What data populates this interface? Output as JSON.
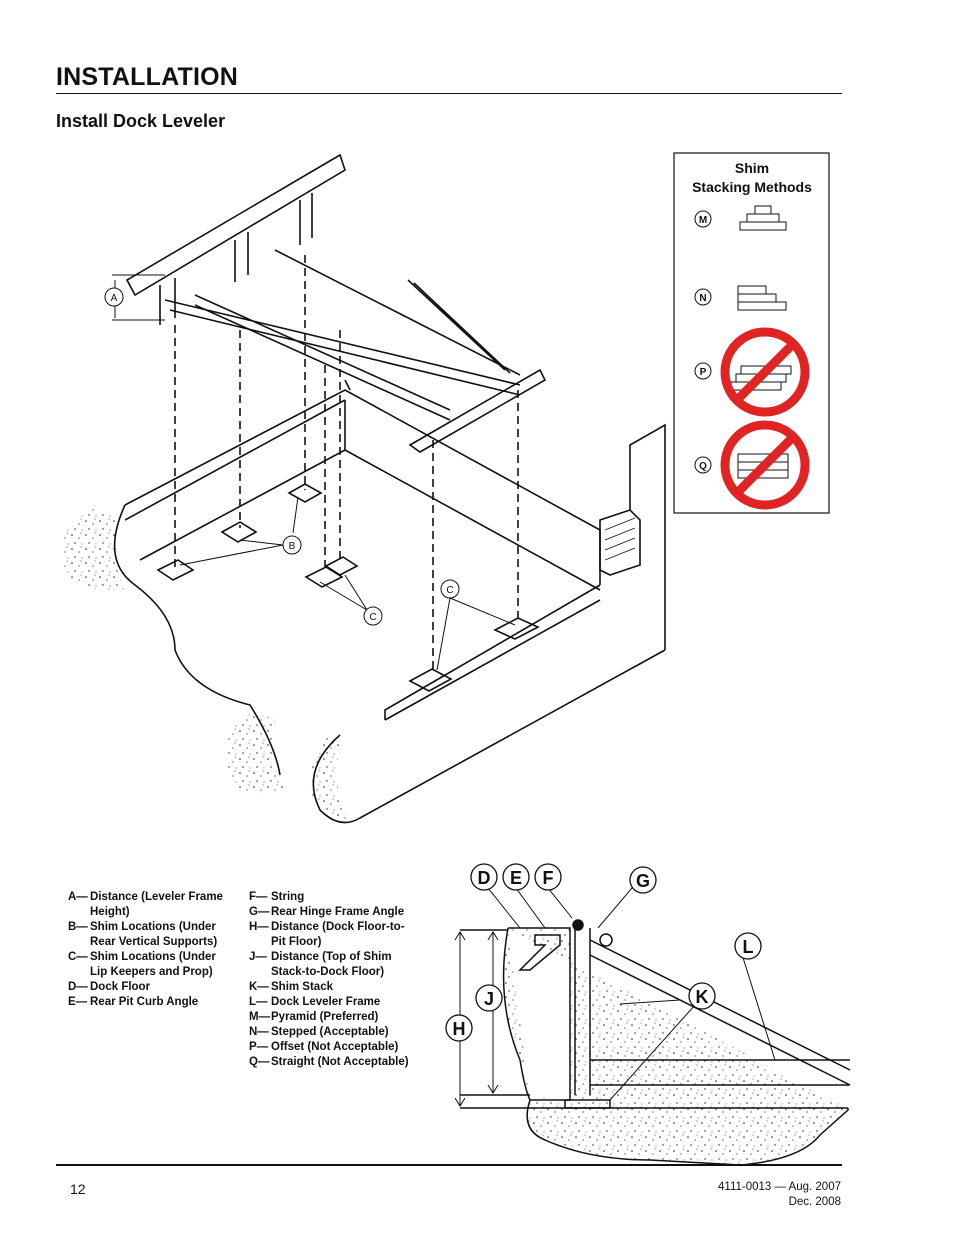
{
  "header": {
    "section_title": "INSTALLATION",
    "subsection_title": "Install Dock Leveler"
  },
  "shim_panel": {
    "title_line1": "Shim",
    "title_line2": "Stacking Methods",
    "methods": [
      {
        "letter": "M",
        "shape": "pyramid",
        "acceptable": true
      },
      {
        "letter": "N",
        "shape": "stepped",
        "acceptable": true
      },
      {
        "letter": "P",
        "shape": "offset",
        "acceptable": false
      },
      {
        "letter": "Q",
        "shape": "straight",
        "acceptable": false
      }
    ],
    "prohibit_color": "#e02424"
  },
  "callouts": {
    "a": "A",
    "b": "B",
    "c1": "C",
    "c2": "C"
  },
  "section_letters": {
    "d": "D",
    "e": "E",
    "f": "F",
    "g": "G",
    "l": "L",
    "j": "J",
    "k": "K",
    "h": "H"
  },
  "legend": {
    "col1": [
      {
        "key": "A—",
        "lines": [
          "Distance (Leveler Frame",
          "Height)"
        ]
      },
      {
        "key": "B—",
        "lines": [
          "Shim Locations (Under",
          "Rear Vertical Supports)"
        ]
      },
      {
        "key": "C—",
        "lines": [
          "Shim Locations (Under",
          "Lip Keepers and Prop)"
        ]
      },
      {
        "key": "D—",
        "lines": [
          "Dock Floor"
        ]
      },
      {
        "key": "E—",
        "lines": [
          "Rear Pit Curb Angle"
        ]
      }
    ],
    "col2": [
      {
        "key": "F—",
        "lines": [
          "String"
        ]
      },
      {
        "key": "G—",
        "lines": [
          "Rear Hinge Frame Angle"
        ]
      },
      {
        "key": "H—",
        "lines": [
          "Distance (Dock Floor-to-",
          "Pit Floor)"
        ]
      },
      {
        "key": "J—",
        "lines": [
          "Distance (Top of Shim",
          "Stack-to-Dock Floor)"
        ]
      },
      {
        "key": "K—",
        "lines": [
          "Shim Stack"
        ]
      },
      {
        "key": "L—",
        "lines": [
          "Dock Leveler Frame"
        ]
      },
      {
        "key": "M—",
        "lines": [
          "Pyramid (Preferred)"
        ]
      },
      {
        "key": "N—",
        "lines": [
          "Stepped (Acceptable)"
        ]
      },
      {
        "key": "P—",
        "lines": [
          "Offset (Not Acceptable)"
        ]
      },
      {
        "key": "Q—",
        "lines": [
          "Straight (Not Acceptable)"
        ]
      }
    ]
  },
  "footer": {
    "page_number": "12",
    "doc_line1": "4111-0013 — Aug. 2007",
    "doc_line2": "Dec. 2008"
  }
}
